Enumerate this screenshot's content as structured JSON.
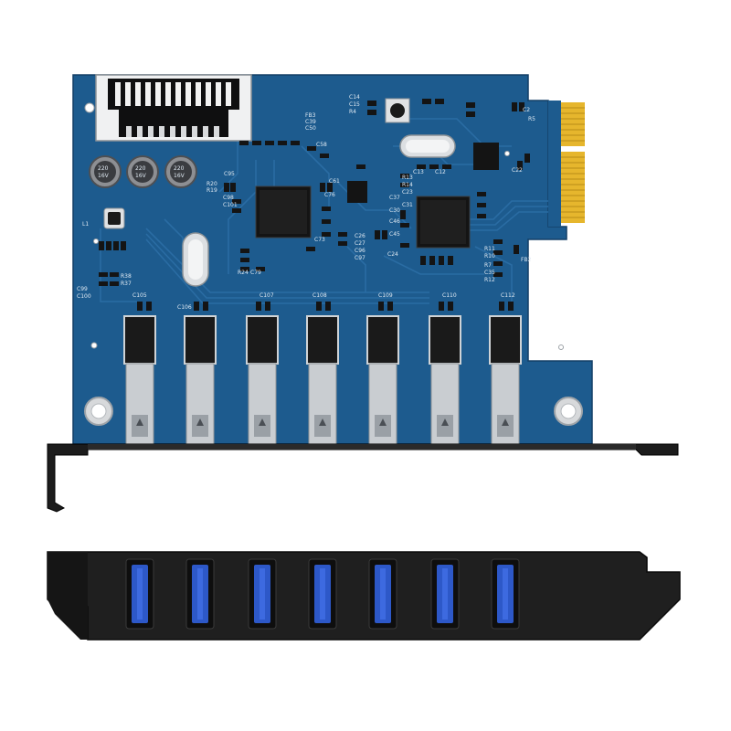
{
  "product": {
    "description_hidden": "",
    "colors": {
      "pcb": "#1d5b8e",
      "pcb_dark": "#164a76",
      "trace": "#2a6ca3",
      "bracket": "#1c1c1c",
      "usb_blue": "#2d58c8",
      "metal": "#c9cdd1"
    },
    "capacitor_label": "220",
    "capacitor_label2": "16V",
    "silkscreen": [
      "C14",
      "C15",
      "R4",
      "FB3",
      "C39",
      "C50",
      "C58",
      "C61",
      "C76",
      "C37",
      "C30",
      "C46",
      "C45",
      "C24",
      "C26",
      "C27",
      "C96",
      "C97",
      "C13",
      "C12",
      "R13",
      "R14",
      "C23",
      "C31",
      "R11",
      "R10",
      "R7",
      "C35",
      "R12",
      "FB2",
      "C99",
      "C100",
      "R38",
      "R37",
      "R20",
      "R19",
      "C98",
      "C101",
      "R24",
      "C79",
      "C73",
      "L1",
      "C105",
      "C106",
      "C107",
      "C108",
      "C109",
      "C110",
      "C112",
      "C2",
      "R5",
      "C22",
      "C95"
    ],
    "usb_port_count": 7
  }
}
